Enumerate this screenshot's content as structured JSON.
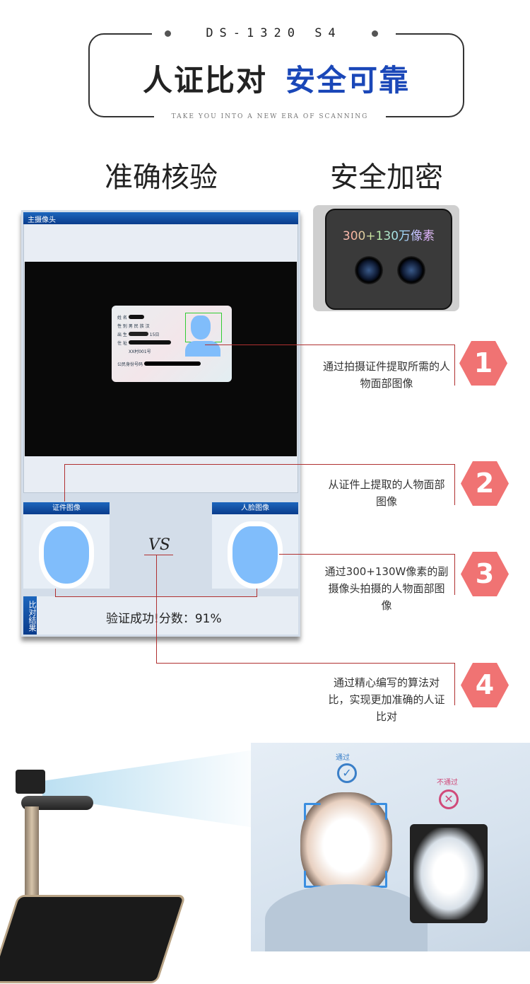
{
  "header": {
    "model": "DS-1320 S4",
    "title_black": "人证比对",
    "title_blue": "安全可靠",
    "tagline": "TAKE YOU INTO A NEW ERA OF SCANNING"
  },
  "subtitles": {
    "left": "准确核验",
    "right": "安全加密"
  },
  "software": {
    "main_camera": "主摄像头",
    "id_card": {
      "name_label": "姓 名",
      "gender_label": "性 别",
      "gender": "男",
      "ethnicity_label": "民 族",
      "ethnicity": "汉",
      "birth_label": "出 生",
      "birth_day": "15日",
      "address_label": "住 址",
      "address": "XX村001号",
      "id_label": "公民身份号码"
    },
    "cert_image": "证件图像",
    "face_image": "人脸图像",
    "vs": "VS",
    "result_label": "比对结果",
    "result": "验证成功!分数：91%"
  },
  "camera": {
    "label": "300+130万像素"
  },
  "callouts": [
    {
      "num": "1",
      "text": "通过拍摄证件提取所需的人物面部图像"
    },
    {
      "num": "2",
      "text": "从证件上提取的人物面部图像"
    },
    {
      "num": "3",
      "text": "通过300+130W像素的副摄像头拍摄的人物面部图像"
    },
    {
      "num": "4",
      "text": "通过精心编写的算法对比，实现更加准确的人证比对"
    }
  ],
  "photo": {
    "pass": "通过",
    "fail": "不通过"
  },
  "colors": {
    "brand_blue": "#1a47b8",
    "badge": "#f07373",
    "line": "#b03030"
  }
}
